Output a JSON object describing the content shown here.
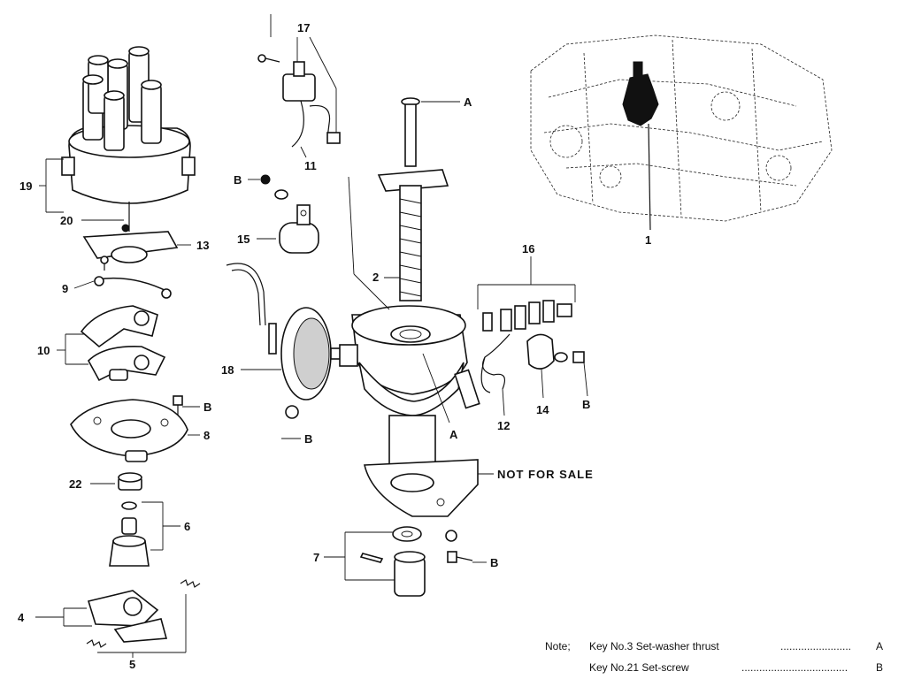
{
  "callouts": {
    "c1": "1",
    "c2": "2",
    "c4": "4",
    "c5": "5",
    "c6": "6",
    "c7": "7",
    "c8": "8",
    "c9": "9",
    "c10": "10",
    "c11": "11",
    "c12": "12",
    "c13": "13",
    "c14": "14",
    "c15": "15",
    "c16": "16",
    "c17": "17",
    "c18": "18",
    "c19": "19",
    "c20": "20",
    "c22": "22",
    "a_top": "A",
    "a_bottom": "A",
    "b_screw15": "B",
    "b_plate8": "B",
    "b_diaphragm": "B",
    "b_condenser": "B",
    "b_base": "B"
  },
  "stamp": "NOT FOR SALE",
  "note": {
    "line1_prefix": "Note;",
    "line1_key": "Key  No.3  Set-washer  thrust",
    "line1_dots": "........................",
    "line1_ref": "A",
    "line2_key": "Key  No.21  Set-screw",
    "line2_dots": "....................................",
    "line2_ref": "B"
  }
}
